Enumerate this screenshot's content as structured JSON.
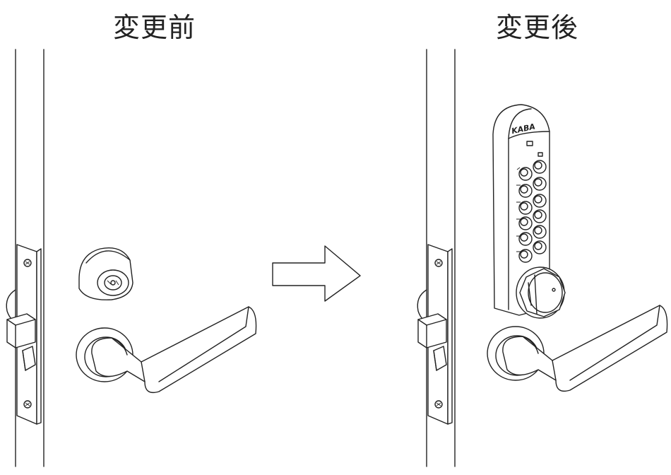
{
  "panels": {
    "before": {
      "title": "変更前"
    },
    "after": {
      "title": "変更後"
    }
  },
  "brand_label": "KABA",
  "colors": {
    "line": "#222222",
    "background": "#ffffff"
  },
  "icons": [
    "arrow-right-icon"
  ]
}
